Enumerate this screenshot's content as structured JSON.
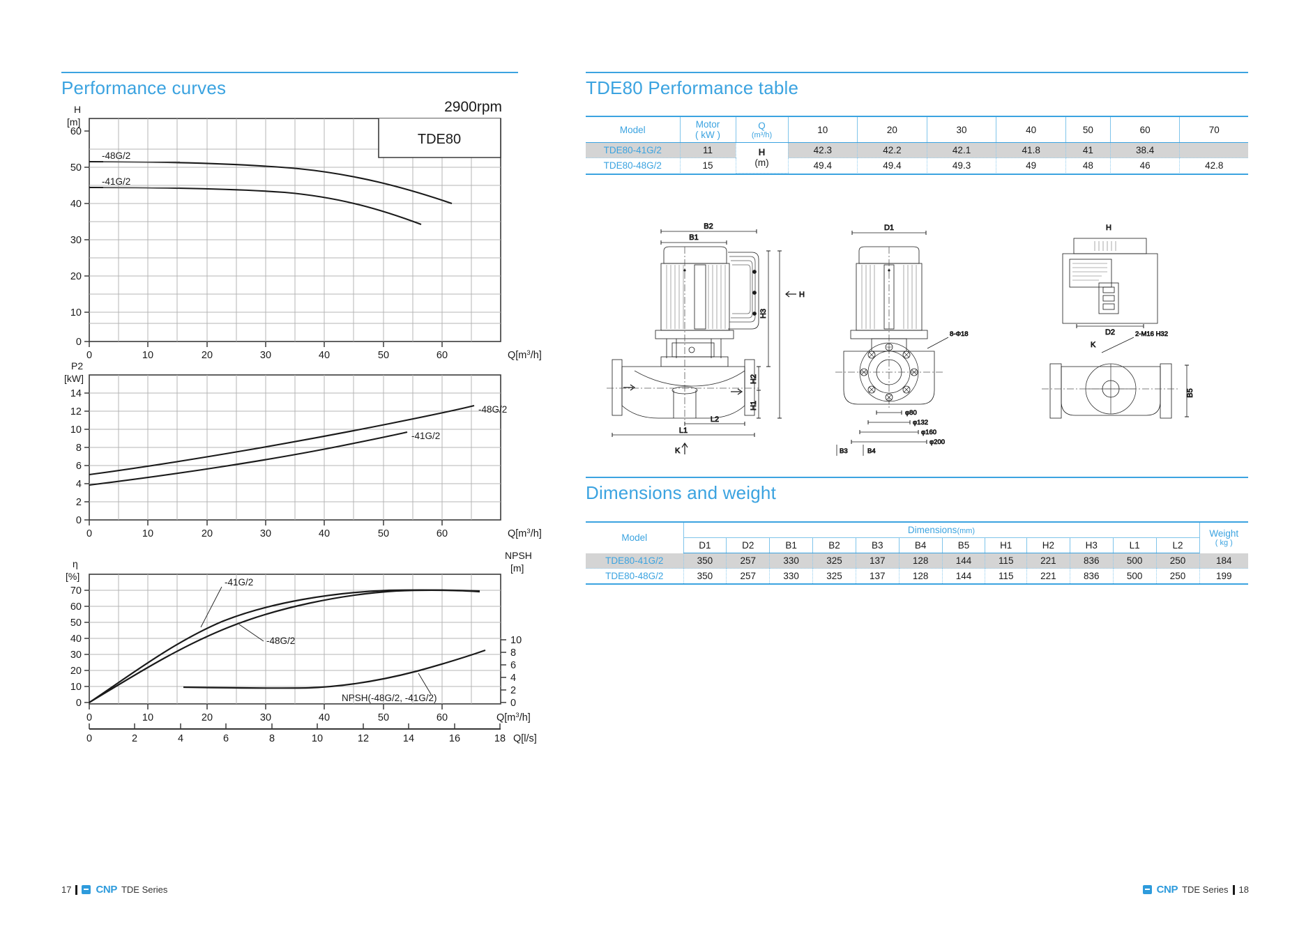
{
  "left": {
    "section_title": "Performance curves",
    "rpm_label": "2900rpm",
    "model_box": "TDE80",
    "chart_h": {
      "y_axis_name": "H",
      "y_axis_unit": "[m]",
      "x_axis_label": "Q[m3/h]",
      "y_ticks": [
        "0",
        "10",
        "20",
        "30",
        "40",
        "50",
        "60"
      ],
      "x_ticks": [
        "0",
        "10",
        "20",
        "30",
        "40",
        "50",
        "60"
      ],
      "curve_labels": [
        "-48G/2",
        "-41G/2"
      ]
    },
    "chart_p2": {
      "y_axis_name": "P2",
      "y_axis_unit": "[kW]",
      "x_axis_label": "Q[m3/h]",
      "y_ticks": [
        "0",
        "2",
        "4",
        "6",
        "8",
        "10",
        "12",
        "14"
      ],
      "x_ticks": [
        "0",
        "10",
        "20",
        "30",
        "40",
        "50",
        "60"
      ],
      "curve_labels": [
        "-48G/2",
        "-41G/2"
      ]
    },
    "chart_eta": {
      "y_axis_name": "η",
      "y_axis_unit": "[%]",
      "x_axis_label": "Q[m3/h]",
      "x_axis_label2": "Q[l/s]",
      "right_axis_name": "NPSH",
      "right_axis_unit": "[m]",
      "y_ticks": [
        "0",
        "10",
        "20",
        "30",
        "40",
        "50",
        "60",
        "70"
      ],
      "x_ticks": [
        "0",
        "10",
        "20",
        "30",
        "40",
        "50",
        "60"
      ],
      "x_ticks_ls": [
        "0",
        "2",
        "4",
        "6",
        "8",
        "10",
        "12",
        "14",
        "16",
        "18"
      ],
      "right_ticks": [
        "0",
        "2",
        "4",
        "6",
        "8",
        "10"
      ],
      "curve_labels": [
        "-41G/2",
        "-48G/2"
      ],
      "npsh_label": "NPSH(-48G/2, -41G/2)"
    },
    "footer": {
      "page": "17",
      "brand": "CNP",
      "series": "TDE Series"
    }
  },
  "right": {
    "perf_title": "TDE80 Performance table",
    "dim_title": "Dimensions and weight",
    "perf_table": {
      "headers": {
        "model": "Model",
        "motor": "Motor",
        "motor_unit": "( kW )",
        "q": "Q",
        "q_unit": "(m³/h)",
        "flow_points": [
          "10",
          "20",
          "30",
          "40",
          "50",
          "60",
          "70"
        ]
      },
      "unit_cell": {
        "symbol": "H",
        "unit": "(m)"
      },
      "rows": [
        {
          "model": "TDE80-41G/2",
          "motor": "11",
          "values": [
            "42.3",
            "42.2",
            "42.1",
            "41.8",
            "41",
            "38.4",
            ""
          ]
        },
        {
          "model": "TDE80-48G/2",
          "motor": "15",
          "values": [
            "49.4",
            "49.4",
            "49.3",
            "49",
            "48",
            "46",
            "42.8"
          ]
        }
      ]
    },
    "dim_table": {
      "headers": {
        "model": "Model",
        "group": "Dimensions",
        "group_unit": "(mm)",
        "weight": "Weight",
        "weight_unit": "( kg )",
        "cols": [
          "D1",
          "D2",
          "B1",
          "B2",
          "B3",
          "B4",
          "B5",
          "H1",
          "H2",
          "H3",
          "L1",
          "L2"
        ]
      },
      "rows": [
        {
          "model": "TDE80-41G/2",
          "values": [
            "350",
            "257",
            "330",
            "325",
            "137",
            "128",
            "144",
            "115",
            "221",
            "836",
            "500",
            "250"
          ],
          "weight": "184"
        },
        {
          "model": "TDE80-48G/2",
          "values": [
            "350",
            "257",
            "330",
            "325",
            "137",
            "128",
            "144",
            "115",
            "221",
            "836",
            "500",
            "250"
          ],
          "weight": "199"
        }
      ]
    },
    "drawing_labels": {
      "view1": [
        "B2",
        "B1",
        "H",
        "H3",
        "H2",
        "H1",
        "L2",
        "L1",
        "K"
      ],
      "view2": [
        "D1",
        "8-Φ18",
        "φ80",
        "φ132",
        "φ160",
        "φ200",
        "B3",
        "B4"
      ],
      "view3": [
        "H",
        "D2",
        "K",
        "2-M16 H32",
        "B5"
      ]
    },
    "footer": {
      "brand": "CNP",
      "series": "TDE Series",
      "page": "18"
    }
  },
  "chart_data": [
    {
      "type": "line",
      "title": "Head vs Flow (TDE80, 2900rpm)",
      "xlabel": "Q[m3/h]",
      "ylabel": "H [m]",
      "xlim": [
        0,
        70
      ],
      "ylim": [
        0,
        65
      ],
      "grid": true,
      "x": [
        0,
        10,
        20,
        30,
        40,
        50,
        60,
        70
      ],
      "series": [
        {
          "name": "-48G/2",
          "values": [
            49.6,
            49.4,
            49.4,
            49.3,
            49,
            48,
            46,
            42.8
          ]
        },
        {
          "name": "-41G/2",
          "values": [
            42.4,
            42.3,
            42.2,
            42.1,
            41.8,
            41,
            38.4,
            null
          ]
        }
      ]
    },
    {
      "type": "line",
      "title": "Shaft power P2 vs Flow",
      "xlabel": "Q[m3/h]",
      "ylabel": "P2 [kW]",
      "xlim": [
        0,
        70
      ],
      "ylim": [
        0,
        15
      ],
      "grid": true,
      "x": [
        0,
        10,
        20,
        30,
        40,
        50,
        60,
        65
      ],
      "series": [
        {
          "name": "-48G/2",
          "values": [
            5.0,
            6.1,
            7.2,
            8.2,
            9.3,
            10.4,
            11.6,
            12.4
          ]
        },
        {
          "name": "-41G/2",
          "values": [
            3.8,
            4.7,
            5.5,
            6.4,
            7.4,
            8.4,
            9.5,
            null
          ]
        }
      ]
    },
    {
      "type": "line",
      "title": "Efficiency and NPSH vs Flow",
      "xlabel": "Q[m3/h]",
      "ylabel": "η [%]",
      "y2label": "NPSH [m]",
      "xlim": [
        0,
        70
      ],
      "ylim": [
        0,
        75
      ],
      "y2lim": [
        0,
        12
      ],
      "grid": true,
      "x": [
        0,
        10,
        20,
        30,
        40,
        50,
        60,
        70
      ],
      "series": [
        {
          "name": "-41G/2",
          "values": [
            0,
            26,
            43,
            55,
            62,
            65,
            65,
            64
          ],
          "axis": "left"
        },
        {
          "name": "-48G/2",
          "values": [
            0,
            25,
            40,
            52,
            60,
            64,
            65,
            64
          ],
          "axis": "left"
        },
        {
          "name": "NPSH(-48G/2, -41G/2)",
          "x": [
            16,
            20,
            30,
            40,
            50,
            60,
            70
          ],
          "values": [
            1.3,
            1.3,
            1.25,
            1.3,
            1.9,
            3.2,
            4.8
          ],
          "axis": "right"
        }
      ]
    }
  ]
}
